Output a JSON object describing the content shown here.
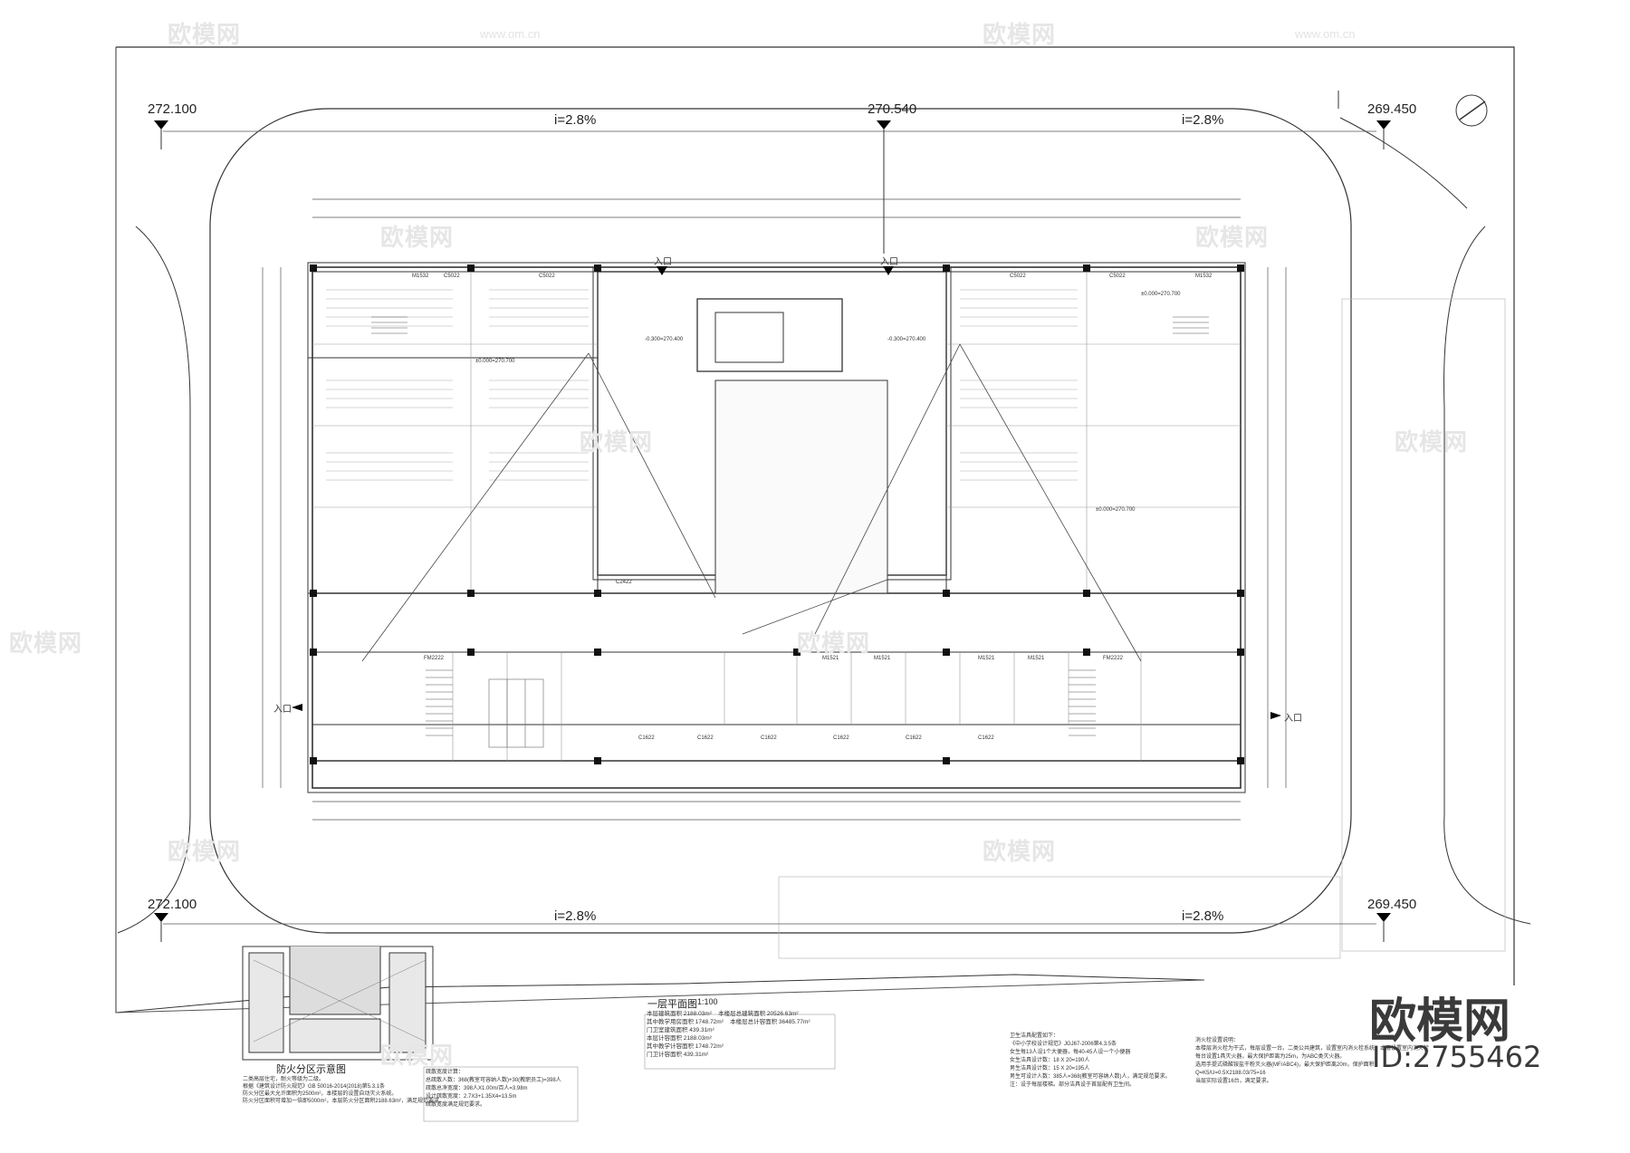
{
  "elevations": {
    "top_left": "272.100",
    "top_center": "270.540",
    "top_right": "269.450",
    "bottom_left": "272.100",
    "bottom_right": "269.450"
  },
  "slopes": {
    "top_left": "i=2.8%",
    "top_right": "i=2.8%",
    "bottom_left": "i=2.8%",
    "bottom_right": "i=2.8%"
  },
  "entrances": {
    "top_left": "入口",
    "top_right": "入口",
    "left": "入口",
    "right": "入口"
  },
  "plan_title": "一层平面图",
  "plan_scale": "1:100",
  "fire_zone_title": "防火分区示意图",
  "door_labels": [
    "M1532",
    "C5022",
    "C5022",
    "FM2222",
    "M1521",
    "M1521",
    "M1521",
    "M1521",
    "FM2222",
    "C1622",
    "C1622",
    "C1622",
    "C1622",
    "C1622",
    "C1622",
    "C2422",
    "C5022",
    "C5022",
    "M1532"
  ],
  "level_marks": [
    "±0.000=270.700",
    "±0.000=270.700",
    "-0.300=270.400",
    "±0.000=270.700",
    "-0.300=270.400"
  ],
  "notes": {
    "fire_zone": "二类高层住宅，耐火等级为二级。\n根据《建筑设计防火规范》GB 50016-2014(2018)第5.3.1条\n防火分区最大允许面积为2500m²，本楼层的设置自动灭火系统。\n防火分区面积可增加一倍即5000m²，本层防火分区面积2188.63m²，满足规范要求。",
    "evac": "疏散宽度计算：\n总疏散人数：368(教室可容纳人数)+30(教职员工)=398人\n疏散总净宽度：398人X1.00m/百人=3.98m\n设计疏散宽度：2.7X3+1.35X4=13.5m\n疏散宽度满足规范要求。",
    "area": "本层建筑面积 2188.03m²    本楼层总建筑面积 20526.63m²\n其中教学用房面积 1748.72m²    本楼层总计容面积 36485.77m²\n门卫室建筑面积 439.31m²\n本层计容面积 2188.03m²\n其中教学计容面积 1748.72m²\n门卫计容面积 439.31m²",
    "sanitary": "卫生洁具配置如下：\n《中小学校设计规范》JGJ67-2006第4.3.5条\n女生每13人设1个大便器，每40-45人设一个小便器\n女生洁具设计数：18 X 20=190人\n男生洁具设计数：15 X 20=195人\n男生可设计人数：385人=368(教室可容纳人数)人，满足规范要求。\n注：设于每层楼梯。部分洁具设于首层配有卫生间。",
    "equipment": "消火栓设置说明：\n本楼层消火栓为干式，每层设置一台。二类公共建筑，设置室内消火栓系统，本层设置室内消火栓\n每台设置1具灭火器，最大保护距离为25m，为ABC类灭火器。\n选用手提式磷酸铵盐干粉灭火器(MF/ABC4)，最大保护距离20m，保护面积\nQ=K5/U=0.5X2188.03/75=16\n当层实际设置16台，满足要求。"
  },
  "branding": {
    "watermark_text": "欧模网",
    "watermark_url": "www.om.cn",
    "logo": "欧模网",
    "id": "ID:2755462"
  }
}
